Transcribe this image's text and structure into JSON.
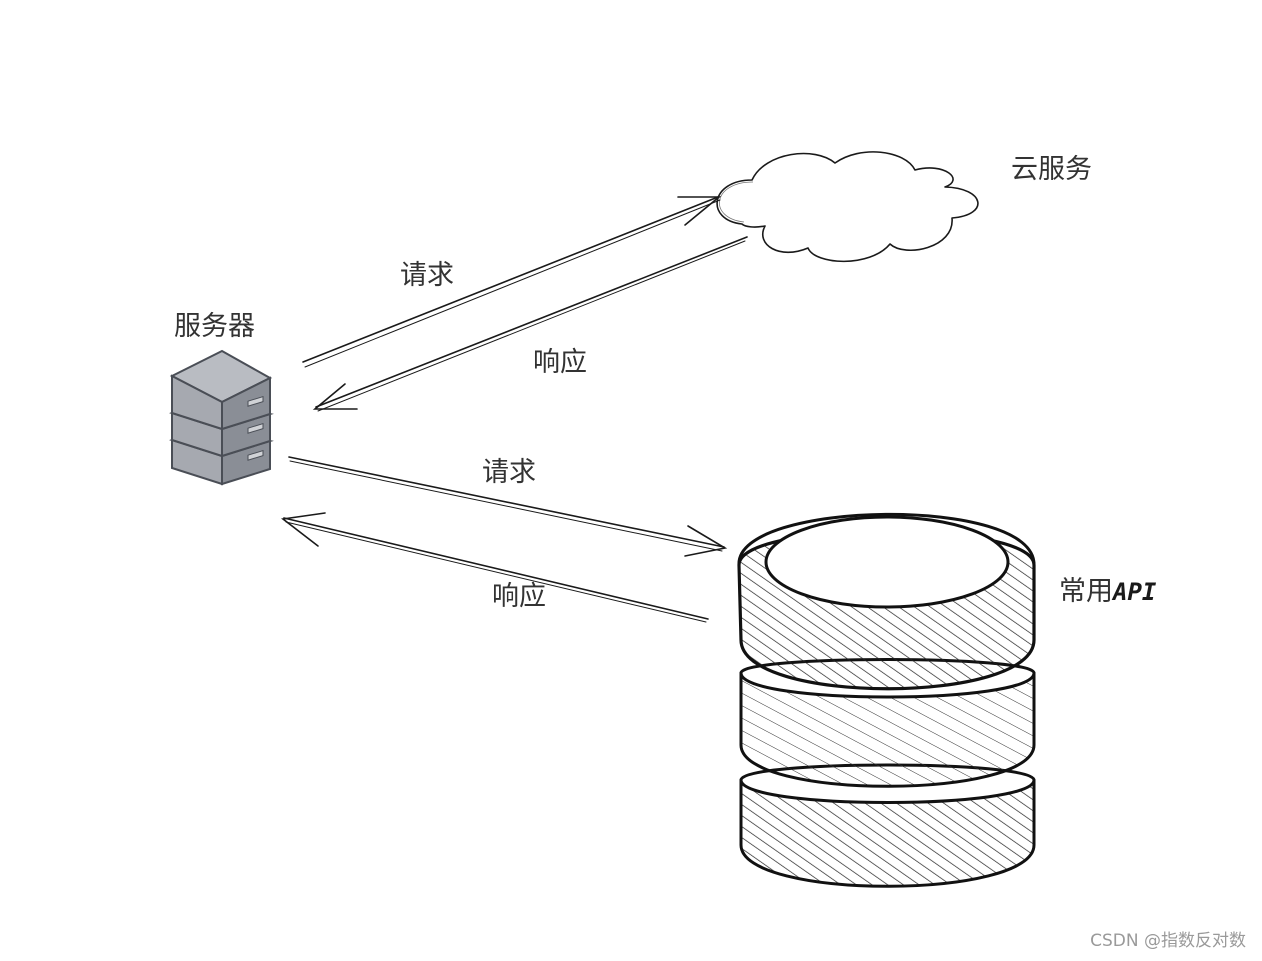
{
  "nodes": {
    "server": {
      "label": "服务器",
      "icon": "server-rack-icon"
    },
    "cloud": {
      "label": "云服务",
      "icon": "cloud-icon"
    },
    "api": {
      "label_prefix": "常用",
      "label_suffix": "API",
      "icon": "database-icon"
    }
  },
  "edges": {
    "server_to_cloud": {
      "label": "请求"
    },
    "cloud_to_server": {
      "label": "响应"
    },
    "server_to_api": {
      "label": "请求"
    },
    "api_to_server": {
      "label": "响应"
    }
  },
  "watermark": "CSDN @指数反对数",
  "colors": {
    "stroke": "#1a1a1a",
    "server_fill": "#a6a9b0",
    "server_side": "#8a8e96",
    "server_stroke": "#4a4e56",
    "label_text": "#333333"
  }
}
